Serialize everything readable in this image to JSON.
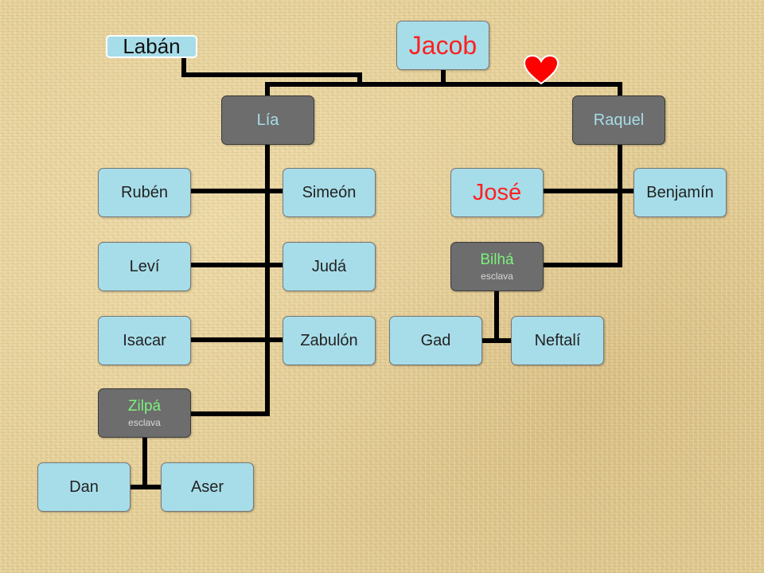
{
  "laban": "Labán",
  "jacob": "Jacob",
  "lia": "Lía",
  "raquel": "Raquel",
  "ruben": "Rubén",
  "simeon": "Simeón",
  "levi": "Leví",
  "juda": "Judá",
  "isacar": "Isacar",
  "zabulon": "Zabulón",
  "zilpa": {
    "name": "Zilpá",
    "role": "esclava"
  },
  "dan": "Dan",
  "aser": "Aser",
  "jose": "José",
  "benjamin": "Benjamín",
  "bilha": {
    "name": "Bilhá",
    "role": "esclava"
  },
  "gad": "Gad",
  "neftali": "Neftalí",
  "colors": {
    "child_node": "#a7dde9",
    "parent_node": "#6d6d6d",
    "highlight_red": "#ff2020",
    "slave_name_green": "#7df07d",
    "connector": "#000000",
    "heart": "#ff0000"
  }
}
